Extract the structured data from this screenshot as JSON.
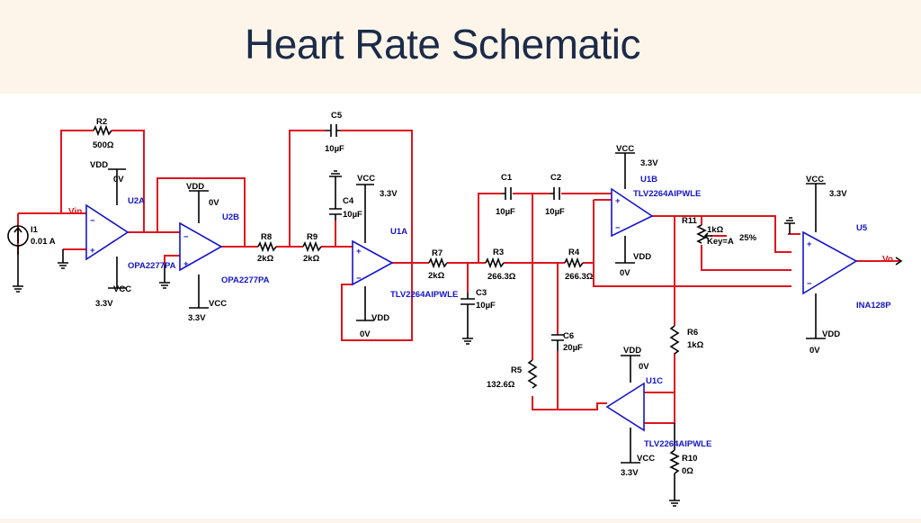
{
  "slide": {
    "title": "Heart Rate Schematic"
  },
  "labels": {
    "R2": "R2",
    "R2v": "500Ω",
    "C5": "C5",
    "C5v": "10µF",
    "I1": "I1",
    "I1v": "0.01 A",
    "Vin": "Vin",
    "VDD1": "VDD",
    "zeroV1": "0V",
    "U2A": "U2A",
    "OPA1": "OPA2277PA",
    "VCC1": "VCC",
    "v33a": "3.3V",
    "VDD2": "VDD",
    "zeroV2": "0V",
    "U2B": "U2B",
    "OPA2": "OPA2277PA",
    "VCC2": "VCC",
    "v33b": "3.3V",
    "R8": "R8",
    "R8v": "2kΩ",
    "R9": "R9",
    "R9v": "2kΩ",
    "C4": "C4",
    "C4v": "10µF",
    "VCC3": "VCC",
    "v33c": "3.3V",
    "U1A": "U1A",
    "TLV1": "TLV2264AIPWLE",
    "VDD3": "VDD",
    "zeroV3": "0V",
    "R7": "R7",
    "R7v": "2kΩ",
    "C3": "C3",
    "C3v": "10µF",
    "C1": "C1",
    "C1v": "10µF",
    "C2": "C2",
    "C2v": "10µF",
    "R3": "R3",
    "R3v": "266.3Ω",
    "R4": "R4",
    "R4v": "266.3Ω",
    "VCC4": "VCC",
    "v33d": "3.3V",
    "U1B": "U1B",
    "TLV2": "TLV2264AIPWLE",
    "VDD4": "VDD",
    "zeroV4": "0V",
    "R11": "R11",
    "R11v": "1kΩ",
    "R11k": "Key=A",
    "R11p": "25%",
    "C6": "C6",
    "C6v": "20µF",
    "R5": "R5",
    "R5v": "132.6Ω",
    "VDD5": "VDD",
    "zeroV5": "0V",
    "U1C": "U1C",
    "TLV3": "TLV2264AIPWLE",
    "VCC5": "VCC",
    "v33e": "3.3V",
    "R6": "R6",
    "R6v": "1kΩ",
    "R10": "R10",
    "R10v": "0Ω",
    "VCC6": "VCC",
    "v33f": "3.3V",
    "U5": "U5",
    "INA": "INA128P",
    "VDD6": "VDD",
    "zeroV6": "0V",
    "Vo": "Vo"
  },
  "colors": {
    "wire": "#e0141e",
    "component": "#000000",
    "opamp": "#1515c8",
    "title": "#1b2b48"
  }
}
